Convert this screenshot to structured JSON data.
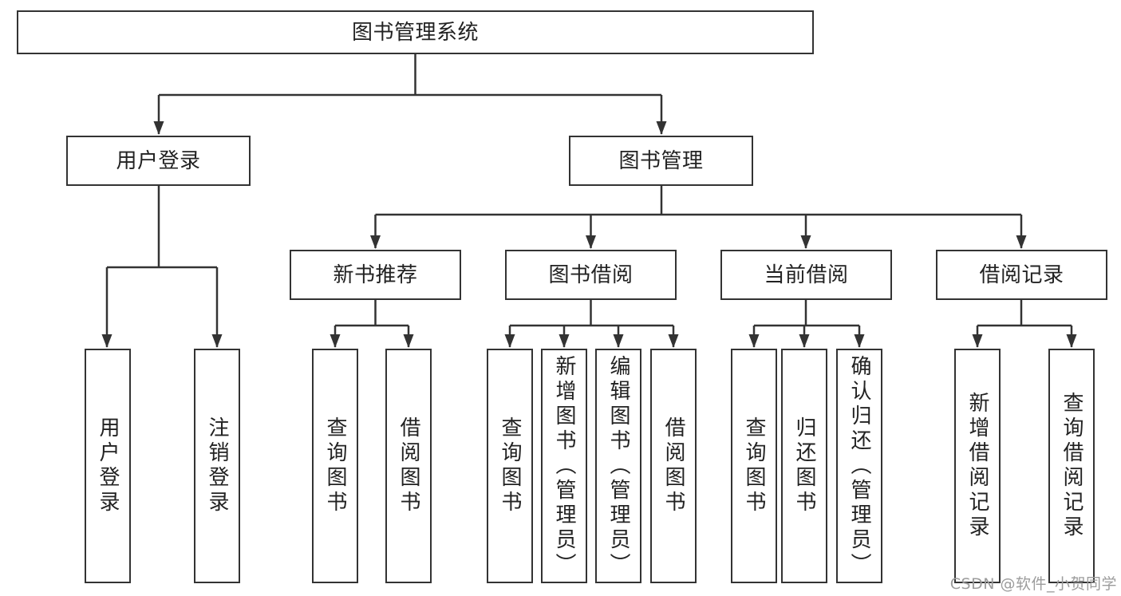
{
  "diagram": {
    "root": {
      "label": "图书管理系统"
    },
    "level2": [
      {
        "label": "用户登录"
      },
      {
        "label": "图书管理"
      }
    ],
    "level3": [
      {
        "label": "新书推荐"
      },
      {
        "label": "图书借阅"
      },
      {
        "label": "当前借阅"
      },
      {
        "label": "借阅记录"
      }
    ],
    "leaves": {
      "user_login": [
        "用户登录",
        "注销登录"
      ],
      "new_book_recommend": [
        "查询图书",
        "借阅图书"
      ],
      "book_borrow": [
        "查询图书",
        "新增图书（管理员）",
        "编辑图书（管理员）",
        "借阅图书"
      ],
      "current_borrow": [
        "查询图书",
        "归还图书",
        "确认归还（管理员）"
      ],
      "borrow_records": [
        "新增借阅记录",
        "查询借阅记录"
      ]
    }
  },
  "watermark": {
    "text": "CSDN @软件_小贺同学"
  },
  "colors": {
    "background": "#ffffff",
    "border": "#333333",
    "line": "#333333",
    "text": "#222222",
    "watermark": "#9c9c9c"
  }
}
